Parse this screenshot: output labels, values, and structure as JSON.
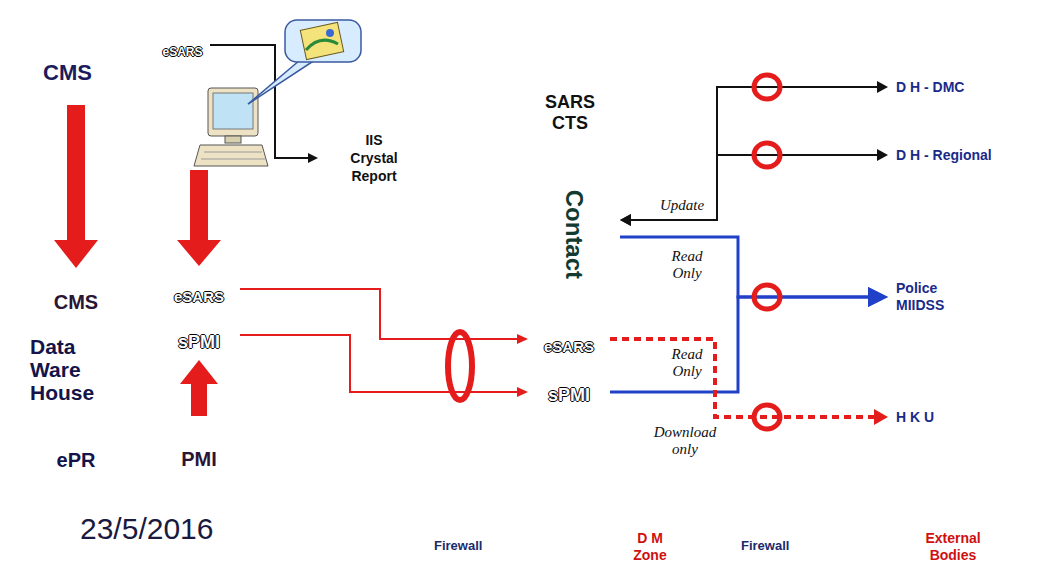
{
  "diagram": {
    "nodes": [
      {
        "text": [
          "CMS"
        ]
      },
      {
        "text": [
          "eSARS"
        ],
        "in": 0
      },
      {
        "text": [
          "IIS Crystal Report"
        ]
      },
      {
        "text": [
          "Data Ware House"
        ]
      },
      {
        "text": [
          "CMS"
        ],
        "in": 3
      },
      {
        "text": [
          "eSARS"
        ],
        "in": 3
      },
      {
        "text": [
          "sPMI"
        ],
        "in": 3
      },
      {
        "text": [
          "ePR"
        ],
        "in": 3
      },
      {
        "text": [
          "PMI"
        ],
        "in": 3
      },
      {
        "text": [
          "SARS CTS"
        ]
      },
      {
        "text": [
          "Contact"
        ],
        "in": 9
      },
      {
        "text": [
          "eSARS"
        ],
        "in": 9
      },
      {
        "text": [
          "sPMI"
        ],
        "in": 9
      },
      {
        "text": [
          "D H - DMC"
        ]
      },
      {
        "text": [
          "D H - Regional"
        ]
      },
      {
        "text": [
          "Police MIIDSS"
        ]
      },
      {
        "text": [
          "H K U"
        ]
      }
    ],
    "edges": [
      {
        "from": 0,
        "to": 4,
        "arrow": "to"
      },
      {
        "from": 8,
        "to": 6,
        "arrow": "to"
      },
      {
        "from": 1,
        "to": 2,
        "arrow": "to"
      },
      {
        "from": 5,
        "to": 11,
        "arrow": "to"
      },
      {
        "from": 6,
        "to": 12,
        "arrow": "to"
      },
      {
        "from": 10,
        "to": 13,
        "arrow": "both"
      },
      {
        "from": 10,
        "to": 14,
        "arrow": "both"
      },
      {
        "from": 10,
        "to": 15,
        "arrow": "to"
      },
      {
        "from": 12,
        "to": 15,
        "arrow": "to"
      },
      {
        "from": 11,
        "to": 16,
        "arrow": "to"
      }
    ],
    "labels": [
      "Update",
      "Read Only",
      "Read Only",
      "Download only",
      "23/5/2016",
      "eSARS",
      "Firewall",
      "D M Zone",
      "Firewall",
      "External Bodies"
    ]
  }
}
